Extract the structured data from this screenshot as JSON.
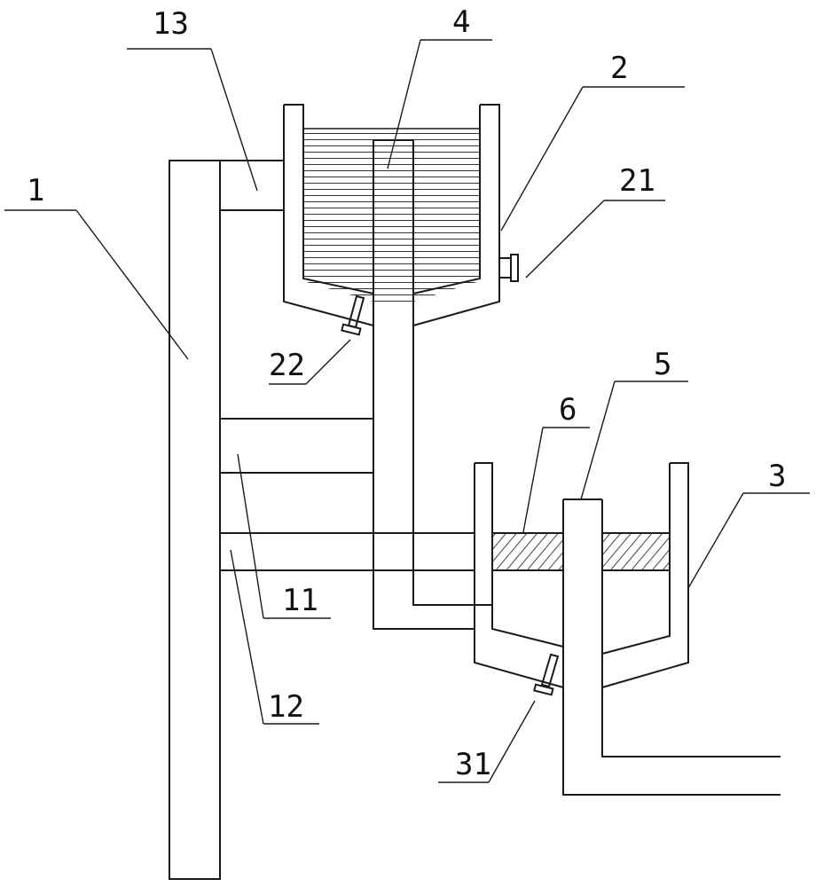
{
  "labels": {
    "1": "1",
    "2": "2",
    "3": "3",
    "4": "4",
    "5": "5",
    "6": "6",
    "11": "11",
    "12": "12",
    "13": "13",
    "21": "21",
    "22": "22",
    "31": "31"
  }
}
